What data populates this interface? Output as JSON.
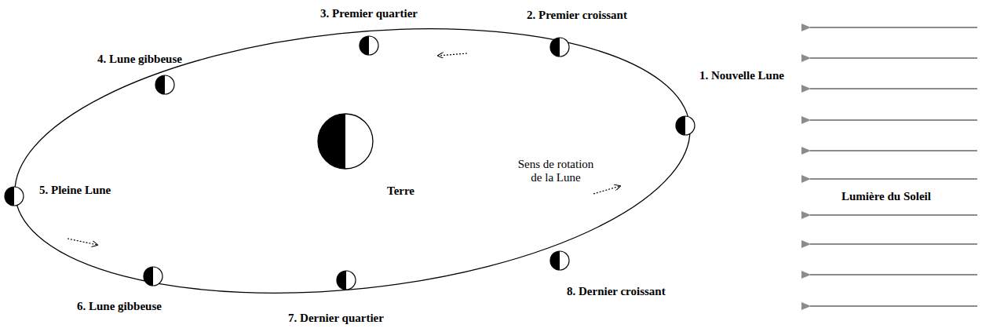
{
  "diagram": {
    "labels": [
      "3. Premier quartier",
      "2. Premier croissant",
      "4. Lune gibbeuse",
      "1. Nouvelle Lune",
      "Sens de rotation de la Lune",
      "Lumière du Soleil",
      "5. Pleine Lune",
      "Terre",
      "6. Lune gibbeuse",
      "8. Dernier croissant",
      "7. Dernier quartier"
    ]
  }
}
